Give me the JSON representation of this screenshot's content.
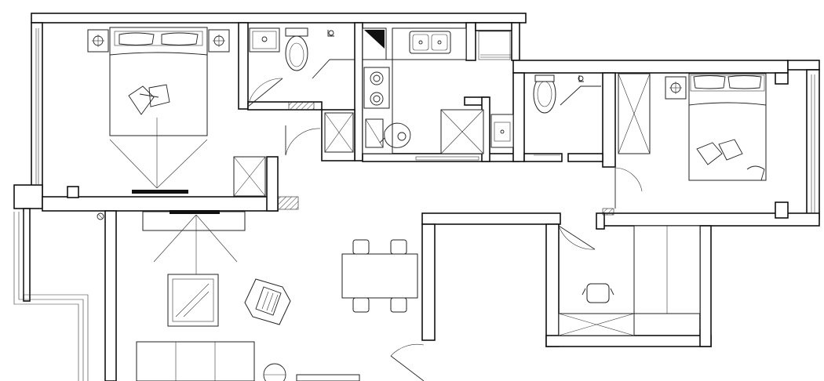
{
  "plan": {
    "colors": {
      "background": "#ffffff",
      "line": "#111111"
    },
    "rooms": [
      {
        "id": "master-bedroom"
      },
      {
        "id": "bathroom-1"
      },
      {
        "id": "kitchen"
      },
      {
        "id": "utility"
      },
      {
        "id": "bathroom-2"
      },
      {
        "id": "second-bedroom"
      },
      {
        "id": "study"
      },
      {
        "id": "living-room"
      },
      {
        "id": "dining-area"
      },
      {
        "id": "corridor"
      }
    ],
    "icons": [
      "bed-icon",
      "pillow-icon",
      "toilet-icon",
      "sink-icon",
      "stove-icon",
      "shower-icon",
      "armchair-icon",
      "dining-table-icon",
      "tv-icon",
      "sofa-icon",
      "desk-chair-icon",
      "door-swing-icon",
      "window-icon"
    ]
  }
}
